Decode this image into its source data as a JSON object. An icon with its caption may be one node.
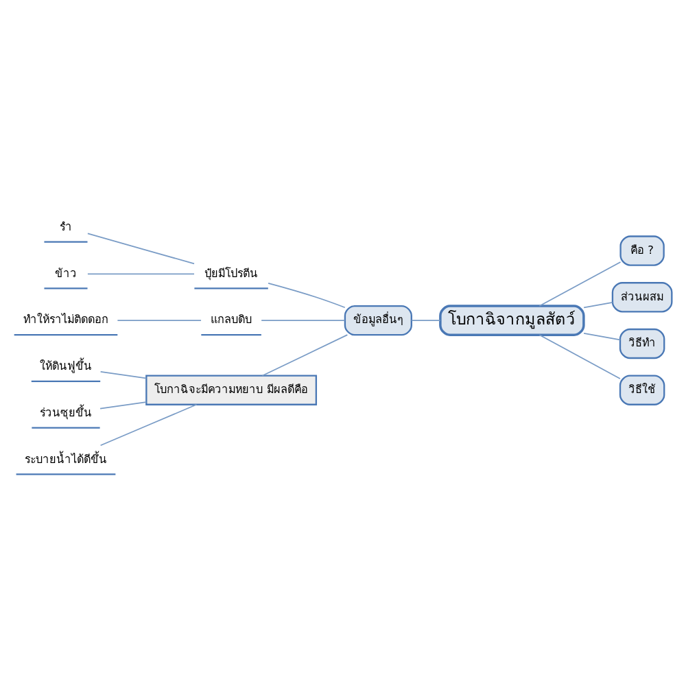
{
  "diagram": {
    "nodes": [
      {
        "text": [
          "โบกาฉิจากมูลสัตว์"
        ]
      },
      {
        "text": [
          "คือ ?"
        ]
      },
      {
        "text": [
          "ส่วนผสม"
        ]
      },
      {
        "text": [
          "วิธีทำ"
        ]
      },
      {
        "text": [
          "วิธีใช้"
        ]
      },
      {
        "text": [
          "ข้อมูลอื่นๆ"
        ]
      },
      {
        "text": [
          "ปุ๋ยมีโปรตีน"
        ]
      },
      {
        "text": [
          "รำ"
        ]
      },
      {
        "text": [
          "ข้าว"
        ]
      },
      {
        "text": [
          "แกลบดิบ"
        ]
      },
      {
        "text": [
          "ทำให้ราไม่ติดดอก"
        ]
      },
      {
        "text": [
          "โบกาฉิจะมีความหยาบ มีผลดีคือ"
        ]
      },
      {
        "text": [
          "ให้ดินฟูขึ้น"
        ]
      },
      {
        "text": [
          "ร่วนซุยขึ้น"
        ]
      },
      {
        "text": [
          "ระบายน้ำได้ดีขึ้น"
        ]
      }
    ],
    "edges": [
      {
        "from": 0,
        "to": 1,
        "arrow": "none"
      },
      {
        "from": 0,
        "to": 2,
        "arrow": "none"
      },
      {
        "from": 0,
        "to": 3,
        "arrow": "none"
      },
      {
        "from": 0,
        "to": 4,
        "arrow": "none"
      },
      {
        "from": 0,
        "to": 5,
        "arrow": "none"
      },
      {
        "from": 5,
        "to": 6,
        "arrow": "none"
      },
      {
        "from": 6,
        "to": 7,
        "arrow": "none"
      },
      {
        "from": 6,
        "to": 8,
        "arrow": "none"
      },
      {
        "from": 5,
        "to": 9,
        "arrow": "none"
      },
      {
        "from": 9,
        "to": 10,
        "arrow": "none"
      },
      {
        "from": 5,
        "to": 11,
        "arrow": "none"
      },
      {
        "from": 11,
        "to": 12,
        "arrow": "none"
      },
      {
        "from": 11,
        "to": 13,
        "arrow": "none"
      },
      {
        "from": 11,
        "to": 14,
        "arrow": "none"
      }
    ]
  }
}
